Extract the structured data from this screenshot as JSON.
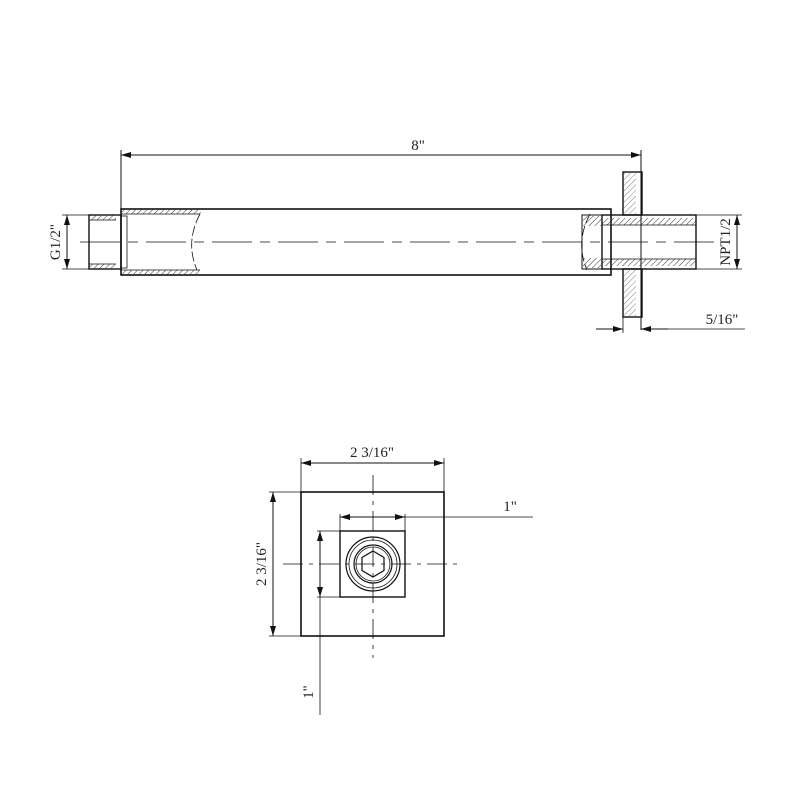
{
  "drawing": {
    "title": "Square shower arm technical drawing",
    "side_view": {
      "length_label": "8\"",
      "inlet_thread_label": "G1/2\"",
      "outlet_thread_label": "NPT1/2",
      "flange_thickness_label": "5/16\""
    },
    "front_view": {
      "flange_width_label": "2 3/16\"",
      "flange_height_label": "2 3/16\"",
      "inner_width_label": "1\"",
      "inner_height_label": "1\""
    }
  }
}
